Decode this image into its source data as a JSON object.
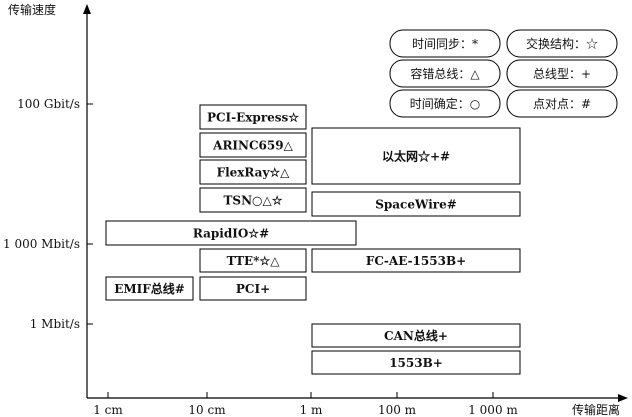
{
  "chart_data": {
    "type": "range-boxes",
    "xlabel": "传输距离",
    "ylabel": "传输速度",
    "x_ticks": [
      "1 cm",
      "10 cm",
      "1 m",
      "100 m",
      "1 000 m"
    ],
    "y_ticks": [
      "100 Gbit/s",
      "1 000 Mbit/s",
      "1 Mbit/s"
    ],
    "grid": false,
    "legend_position": "top-right",
    "legend": [
      {
        "label": "时间同步：*"
      },
      {
        "label": "交换结构：☆"
      },
      {
        "label": "容错总线：△"
      },
      {
        "label": "总线型：+"
      },
      {
        "label": "时间确定：○"
      },
      {
        "label": "点对点：#"
      }
    ],
    "series": [
      {
        "label": "PCI-Express☆",
        "x_from": "10 cm",
        "x_to": "1 m",
        "speed": "above 100 Gbit/s"
      },
      {
        "label": "ARINC659△",
        "x_from": "10 cm",
        "x_to": "1 m",
        "speed": "below 100 Gbit/s"
      },
      {
        "label": "FlexRay☆△",
        "x_from": "10 cm",
        "x_to": "1 m",
        "speed": "between 100 Gbit/s and 1 000 Mbit/s"
      },
      {
        "label": "TSN○△☆",
        "x_from": "10 cm",
        "x_to": "1 m",
        "speed": "between 100 Gbit/s and 1 000 Mbit/s"
      },
      {
        "label": "以太网☆+#",
        "x_from": "1 m",
        "x_to": "beyond 1 000 m",
        "speed": "100 Gbit/s range"
      },
      {
        "label": "SpaceWire#",
        "x_from": "1 m",
        "x_to": "beyond 1 000 m",
        "speed": "between 100 Gbit/s and 1 000 Mbit/s"
      },
      {
        "label": "RapidIO☆#",
        "x_from": "below 1 cm",
        "x_to": "about 10 m",
        "speed": "near 1 000 Mbit/s"
      },
      {
        "label": "TTE*☆△",
        "x_from": "10 cm",
        "x_to": "1 m",
        "speed": "near 1 000 Mbit/s"
      },
      {
        "label": "FC-AE-1553B+",
        "x_from": "1 m",
        "x_to": "beyond 1 000 m",
        "speed": "near 1 000 Mbit/s"
      },
      {
        "label": "EMIF总线#",
        "x_from": "1 cm",
        "x_to": "10 cm",
        "speed": "between 1 000 Mbit/s and 1 Mbit/s"
      },
      {
        "label": "PCI+",
        "x_from": "10 cm",
        "x_to": "1 m",
        "speed": "between 1 000 Mbit/s and 1 Mbit/s"
      },
      {
        "label": "CAN总线+",
        "x_from": "1 m",
        "x_to": "beyond 1 000 m",
        "speed": "below 1 Mbit/s"
      },
      {
        "label": "1553B+",
        "x_from": "1 m",
        "x_to": "beyond 1 000 m",
        "speed": "below 1 Mbit/s"
      }
    ]
  }
}
